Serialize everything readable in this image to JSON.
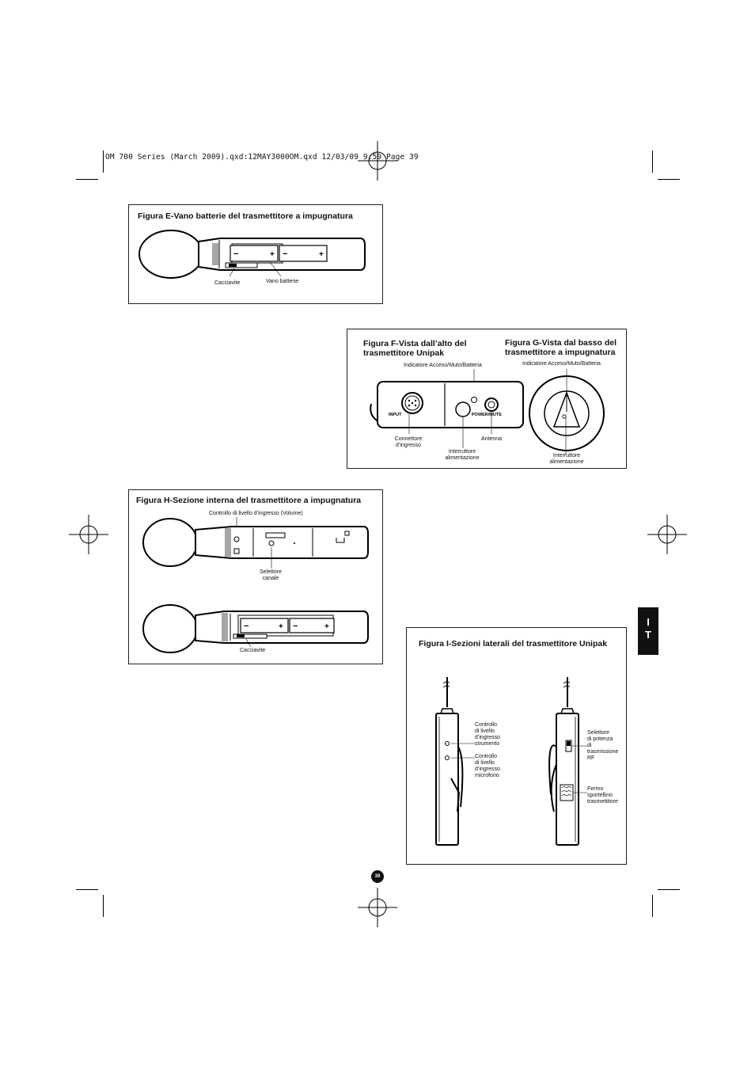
{
  "header": {
    "slug": "OM 700 Series (March 2009).qxd:12MAY3000OM.qxd  12/03/09  9:59  Page 39"
  },
  "side_tab": {
    "line1": "I",
    "line2": "T"
  },
  "page_number": "39",
  "figures": {
    "e": {
      "title": "Figura E-Vano batterie del trasmettitore a impugnatura",
      "labels": {
        "screwdriver": "Cacciavite",
        "battery": "Vano batterie"
      }
    },
    "f": {
      "title_line1": "Figura F-Vista dall’alto del",
      "title_line2": "trasmettitore Unipak",
      "labels": {
        "indicator": "Indicatore Acceso/Muto/Batteria",
        "input": "INPUT",
        "power_mute": "POWER/MUTE",
        "connector_1": "Connettore",
        "connector_2": "d’ingresso",
        "antenna": "Antenna",
        "switch_1": "Interruttore",
        "switch_2": "alimentazione"
      }
    },
    "g": {
      "title_line1": "Figura G-Vista dal basso del",
      "title_line2": "trasmettitore a impugnatura",
      "labels": {
        "indicator": "Indicatore Acceso/Muto/Batteria",
        "switch_1": "Interruttore",
        "switch_2": "alimentazione"
      }
    },
    "h": {
      "title": "Figura H-Sezione interna del trasmettitore a impugnatura",
      "labels": {
        "volume": "Controllo di livello d’ingresso (Volume)",
        "selector_1": "Selettore",
        "selector_2": "canale",
        "screwdriver": "Cacciavite"
      }
    },
    "i": {
      "title": "Figura I-Sezioni laterali del trasmettitore Unipak",
      "labels": {
        "instr": [
          "Controllo",
          "di livello",
          "d’ingresso",
          "strumento"
        ],
        "mic": [
          "Controllo",
          "di livello",
          "d’ingresso",
          "microfono"
        ],
        "rf": [
          "Selettore",
          "di potenza",
          "di",
          "trasmissione",
          "RF"
        ],
        "door": [
          "Fermo",
          "sportellino",
          "trasmettitore"
        ]
      }
    }
  }
}
